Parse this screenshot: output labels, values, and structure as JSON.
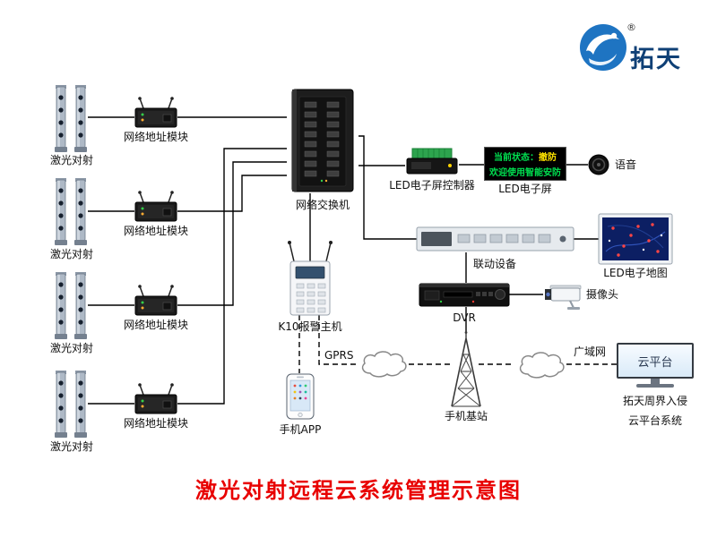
{
  "title": "激光对射远程云系统管理示意图",
  "logo": {
    "brand": "拓天",
    "registered": "®"
  },
  "labels": {
    "laser": "激光对射",
    "module": "网络地址模块",
    "switch": "网络交换机",
    "led_controller": "LED电子屏控制器",
    "led_screen": "LED电子屏",
    "voice": "语音",
    "linkage": "联动设备",
    "led_map": "LED电子地图",
    "dvr": "DVR",
    "camera": "摄像头",
    "k10": "K10报警主机",
    "gprs": "GPRS",
    "phone_app": "手机APP",
    "base_station": "手机基站",
    "wan": "广域网",
    "cloud_platform": "云平台",
    "platform_line1": "拓天周界入侵",
    "platform_line2": "云平台系统"
  },
  "led_screen": {
    "status_prefix": "当前状态：",
    "status_value": "撤防",
    "welcome": "欢迎使用智能安防"
  },
  "colors": {
    "title_red": "#e80000",
    "led_green": "#00e050",
    "led_yellow": "#ffe400",
    "brand_blue": "#1e74c2"
  }
}
